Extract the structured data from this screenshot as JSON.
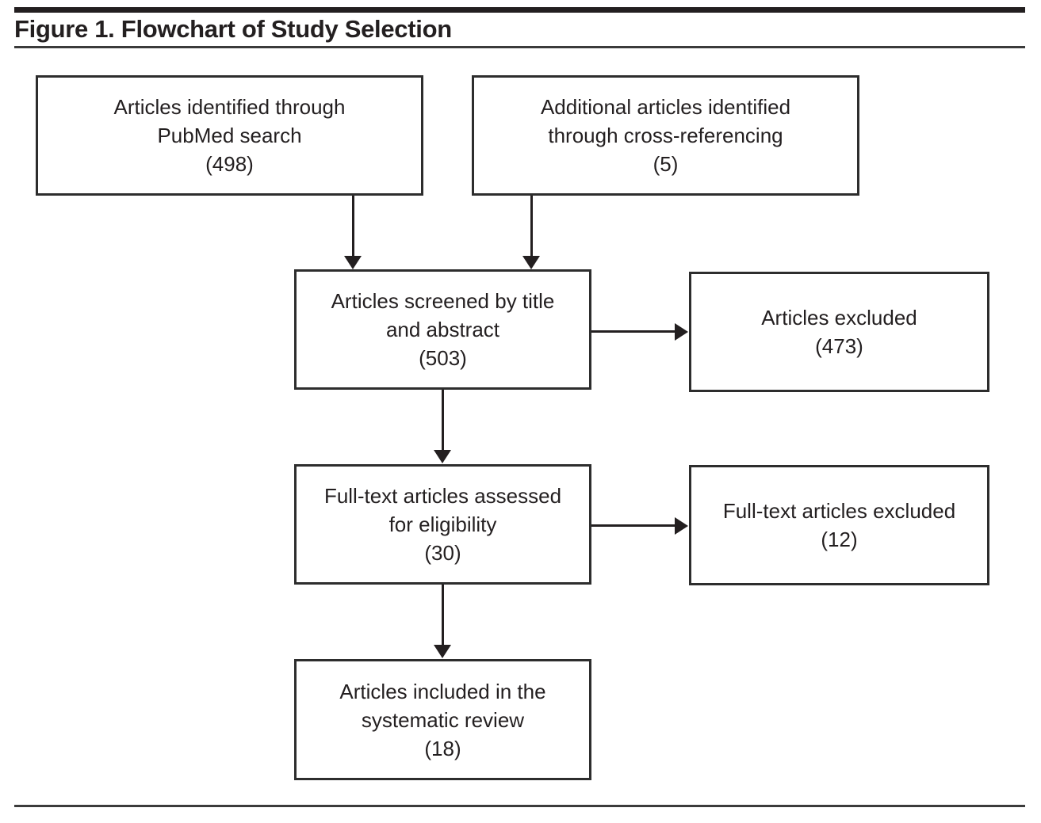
{
  "figure": {
    "title": "Figure 1. Flowchart of Study Selection",
    "type": "prisma-flowchart",
    "colors": {
      "rule": "#231f20",
      "box_border": "#2d2d2d",
      "text": "#231f20",
      "background": "#ffffff"
    }
  },
  "nodes": {
    "pubmed": {
      "text": "Articles identified through\nPubMed search",
      "count": "(498)",
      "value": 498
    },
    "crossref": {
      "text": "Additional articles identified\nthrough cross-referencing",
      "count": "(5)",
      "value": 5
    },
    "screened": {
      "text": "Articles screened by title\nand abstract",
      "count": "(503)",
      "value": 503
    },
    "excluded": {
      "text": "Articles excluded",
      "count": "(473)",
      "value": 473
    },
    "fulltext": {
      "text": "Full-text articles assessed\nfor eligibility",
      "count": "(30)",
      "value": 30
    },
    "ft_excluded": {
      "text": "Full-text articles excluded",
      "count": "(12)",
      "value": 12
    },
    "included": {
      "text": "Articles included in the\nsystematic review",
      "count": "(18)",
      "value": 18
    }
  },
  "edges": [
    {
      "from": "pubmed",
      "to": "screened",
      "direction": "down"
    },
    {
      "from": "crossref",
      "to": "screened",
      "direction": "down"
    },
    {
      "from": "screened",
      "to": "excluded",
      "direction": "right"
    },
    {
      "from": "screened",
      "to": "fulltext",
      "direction": "down"
    },
    {
      "from": "fulltext",
      "to": "ft_excluded",
      "direction": "right"
    },
    {
      "from": "fulltext",
      "to": "included",
      "direction": "down"
    }
  ]
}
